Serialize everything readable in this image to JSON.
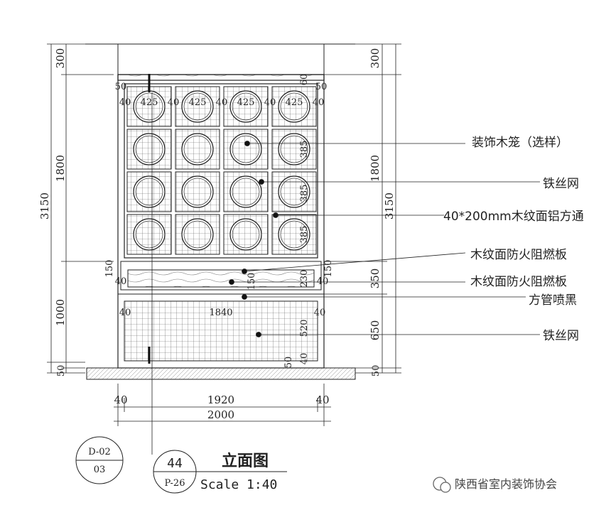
{
  "dimensions": {
    "left": {
      "top": "300",
      "upper": "1800",
      "total": "3150",
      "lower": "1000",
      "base": "50"
    },
    "right": {
      "top": "300",
      "upper": "1800",
      "total": "3150",
      "mid": "350",
      "lower": "650",
      "base": "50"
    },
    "bottom": {
      "side_left": "40",
      "middle": "1920",
      "side_right": "40",
      "total": "2000"
    },
    "inner": {
      "frame_50": "50",
      "frame_60": "60",
      "cell_425": "425",
      "gap_40": "40",
      "cell_385": "385",
      "band_150": "150",
      "band_40": "40",
      "band_230": "230",
      "width_1840": "1840",
      "mesh_520": "520"
    }
  },
  "callouts": [
    "装饰木笼（选样）",
    "铁丝网",
    "40*200mm木纹面铝方通",
    "木纹面防火阻燃板",
    "木纹面防火阻燃板",
    "方管喷黑",
    "铁丝网"
  ],
  "title_block": {
    "ref_top": "D-02",
    "ref_bottom": "03",
    "sheet_number": "44",
    "sheet_page": "P-26",
    "title": "立面图",
    "scale": "Scale 1:40"
  },
  "watermark": "陕西省室内装饰协会"
}
